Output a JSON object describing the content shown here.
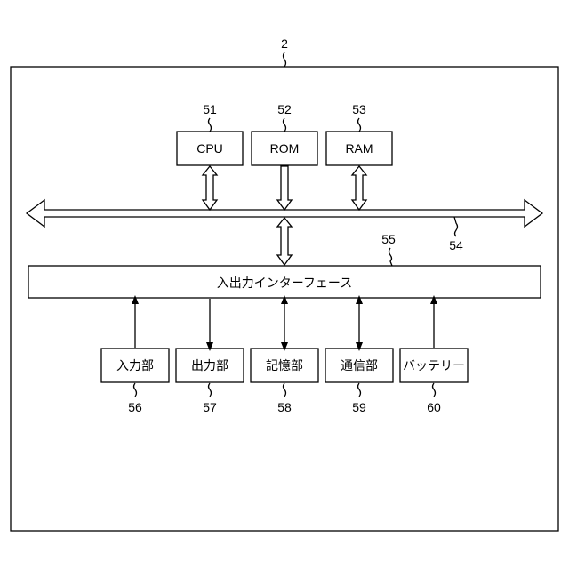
{
  "device": {
    "ref": "2"
  },
  "bus": {
    "ref": "54"
  },
  "interface": {
    "ref": "55",
    "label": "入出力インターフェース"
  },
  "top_components": [
    {
      "ref": "51",
      "label": "CPU"
    },
    {
      "ref": "52",
      "label": "ROM"
    },
    {
      "ref": "53",
      "label": "RAM"
    }
  ],
  "bottom_components": [
    {
      "ref": "56",
      "label": "入力部",
      "flow": "to-interface"
    },
    {
      "ref": "57",
      "label": "出力部",
      "flow": "from-interface"
    },
    {
      "ref": "58",
      "label": "記憶部",
      "flow": "bidirectional"
    },
    {
      "ref": "59",
      "label": "通信部",
      "flow": "bidirectional"
    },
    {
      "ref": "60",
      "label": "バッテリー",
      "flow": "to-interface"
    }
  ]
}
